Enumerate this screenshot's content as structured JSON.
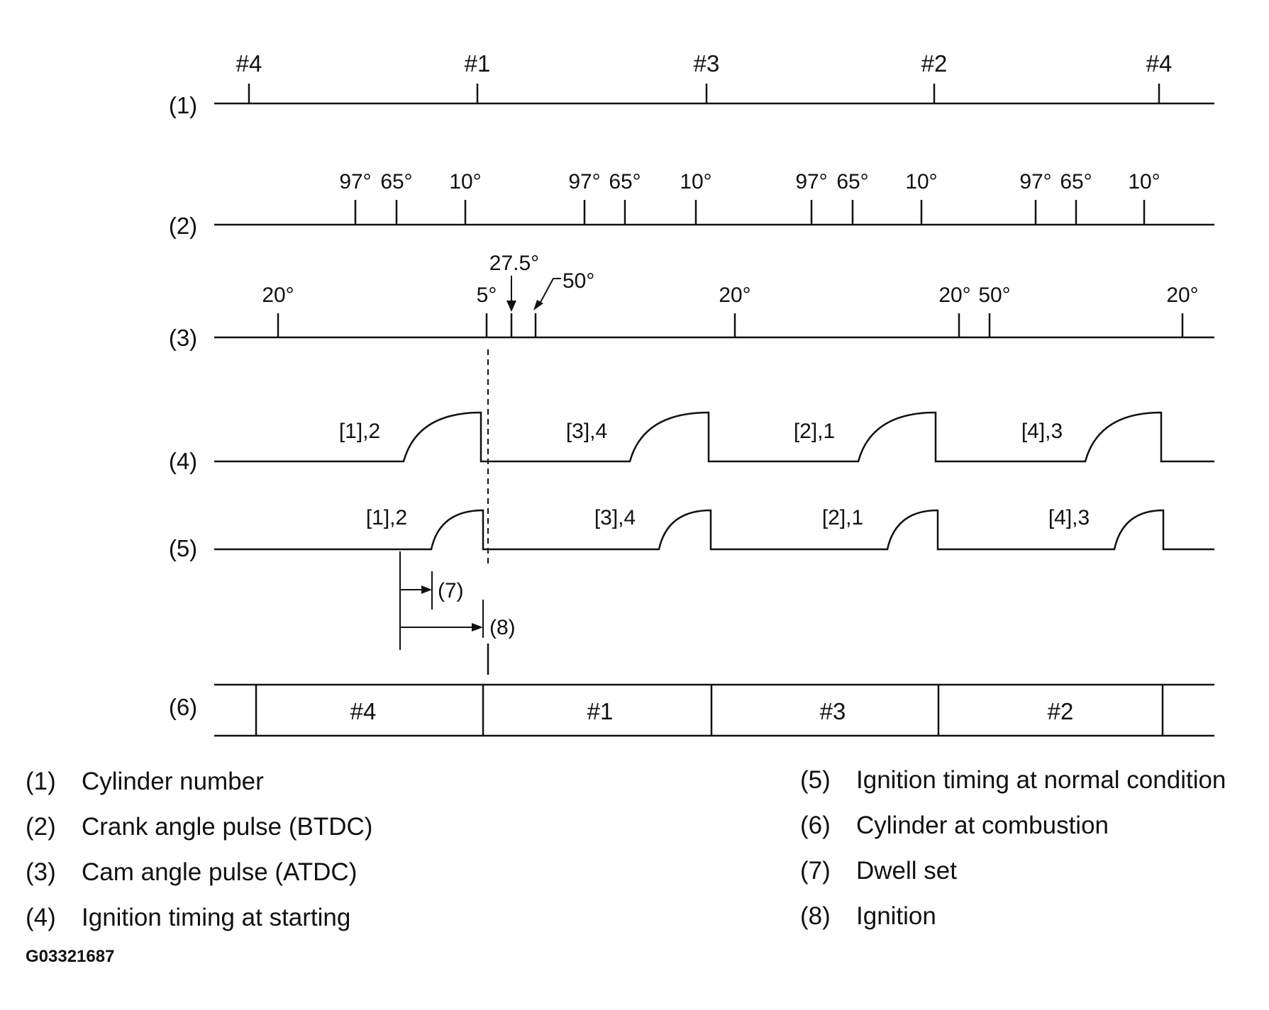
{
  "row_labels": [
    "(1)",
    "(2)",
    "(3)",
    "(4)",
    "(5)",
    "(6)"
  ],
  "cylinder_number_marks": [
    "#4",
    "#1",
    "#3",
    "#2",
    "#4"
  ],
  "crank_pulse_groups": [
    [
      "97°",
      "65°",
      "10°"
    ],
    [
      "97°",
      "65°",
      "10°"
    ],
    [
      "97°",
      "65°",
      "10°"
    ],
    [
      "97°",
      "65°",
      "10°"
    ]
  ],
  "cam_pulse_labels": [
    "20°",
    "5°",
    "27.5°",
    "50°",
    "20°",
    "20°",
    "50°",
    "20°"
  ],
  "starting_timing_labels": [
    "[1],2",
    "[3],4",
    "[2],1",
    "[4],3"
  ],
  "normal_timing_labels": [
    "[1],2",
    "[3],4",
    "[2],1",
    "[4],3"
  ],
  "dwell_callout": "(7)",
  "ignition_callout": "(8)",
  "combustion_cells": [
    "#4",
    "#1",
    "#3",
    "#2"
  ],
  "legend": [
    {
      "num": "(1)",
      "text": "Cylinder number"
    },
    {
      "num": "(2)",
      "text": "Crank angle pulse (BTDC)"
    },
    {
      "num": "(3)",
      "text": "Cam angle pulse (ATDC)"
    },
    {
      "num": "(4)",
      "text": "Ignition timing at starting"
    },
    {
      "num": "(5)",
      "text": "Ignition timing at normal condition"
    },
    {
      "num": "(6)",
      "text": "Cylinder at combustion"
    },
    {
      "num": "(7)",
      "text": "Dwell set"
    },
    {
      "num": "(8)",
      "text": "Ignition"
    }
  ],
  "figure_code": "G03321687"
}
